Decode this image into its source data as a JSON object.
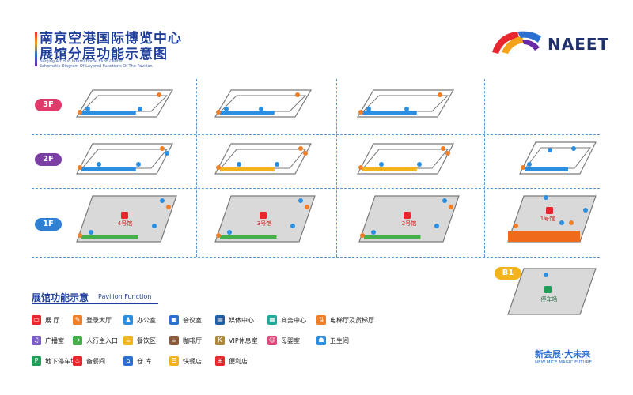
{
  "header": {
    "title_line1": "南京空港国际博览中心",
    "title_line2": "展馆分层功能示意图",
    "subtitle_line1": "Nanjing Air Hub International Expo Center",
    "subtitle_line2": "Schematic Diagram Of Layered Functions Of The Pavilion"
  },
  "logo": {
    "text": "NAEET"
  },
  "floors": [
    {
      "label": "3F",
      "color": "#e03a6a"
    },
    {
      "label": "2F",
      "color": "#7b3fa5"
    },
    {
      "label": "1F",
      "color": "#2f7fd3"
    },
    {
      "label": "B1",
      "color": "#f2b31c"
    }
  ],
  "halls": [
    {
      "label": "4号馆"
    },
    {
      "label": "3号馆"
    },
    {
      "label": "2号馆"
    },
    {
      "label": "1号馆"
    },
    {
      "label": "停车场"
    }
  ],
  "legend": {
    "title": "展馆功能示意",
    "title_en": "Pavilion Function",
    "items": [
      {
        "label": "展 厅",
        "icon": "exhibition-hall-icon",
        "color": "#e8262d",
        "glyph": "▭"
      },
      {
        "label": "登录大厅",
        "icon": "registration-hall-icon",
        "color": "#f07f2a",
        "glyph": "✎"
      },
      {
        "label": "办公室",
        "icon": "office-icon",
        "color": "#2b8ee0",
        "glyph": "♟"
      },
      {
        "label": "会议室",
        "icon": "meeting-room-icon",
        "color": "#2b6fd1",
        "glyph": "▣"
      },
      {
        "label": "媒体中心",
        "icon": "media-center-icon",
        "color": "#1e5fa8",
        "glyph": "▤"
      },
      {
        "label": "商务中心",
        "icon": "business-center-icon",
        "color": "#22a89a",
        "glyph": "▦"
      },
      {
        "label": "电梯厅及货梯厅",
        "icon": "elevator-icon",
        "color": "#f07f2a",
        "glyph": "⇅"
      },
      {
        "label": "广播室",
        "icon": "broadcast-room-icon",
        "color": "#7b5fc9",
        "glyph": "♫"
      },
      {
        "label": "人行主入口",
        "icon": "pedestrian-entrance-icon",
        "color": "#45b04a",
        "glyph": "➜"
      },
      {
        "label": "餐饮区",
        "icon": "dining-area-icon",
        "color": "#f2b31c",
        "glyph": "☕"
      },
      {
        "label": "咖啡厅",
        "icon": "cafe-icon",
        "color": "#8a5a3a",
        "glyph": "☕"
      },
      {
        "label": "VIP休息室",
        "icon": "vip-lounge-icon",
        "color": "#b08a3c",
        "glyph": "K"
      },
      {
        "label": "母婴室",
        "icon": "nursing-room-icon",
        "color": "#e0487a",
        "glyph": "☺"
      },
      {
        "label": "卫生间",
        "icon": "restroom-icon",
        "color": "#2b8ee0",
        "glyph": "☗"
      },
      {
        "label": "地下停车场",
        "icon": "underground-parking-icon",
        "color": "#1f9e57",
        "glyph": "P"
      },
      {
        "label": "备餐间",
        "icon": "pantry-icon",
        "color": "#e8262d",
        "glyph": "♨"
      },
      {
        "label": "仓 库",
        "icon": "warehouse-icon",
        "color": "#2b6fd1",
        "glyph": "⌂"
      },
      {
        "label": "快餐店",
        "icon": "fast-food-icon",
        "color": "#f2b31c",
        "glyph": "☰"
      },
      {
        "label": "便利店",
        "icon": "convenience-store-icon",
        "color": "#e8262d",
        "glyph": "⊞"
      }
    ]
  },
  "slogan": {
    "cn": "新会展·大未来",
    "en": "NEW MICE MAGIC FUTURE"
  }
}
